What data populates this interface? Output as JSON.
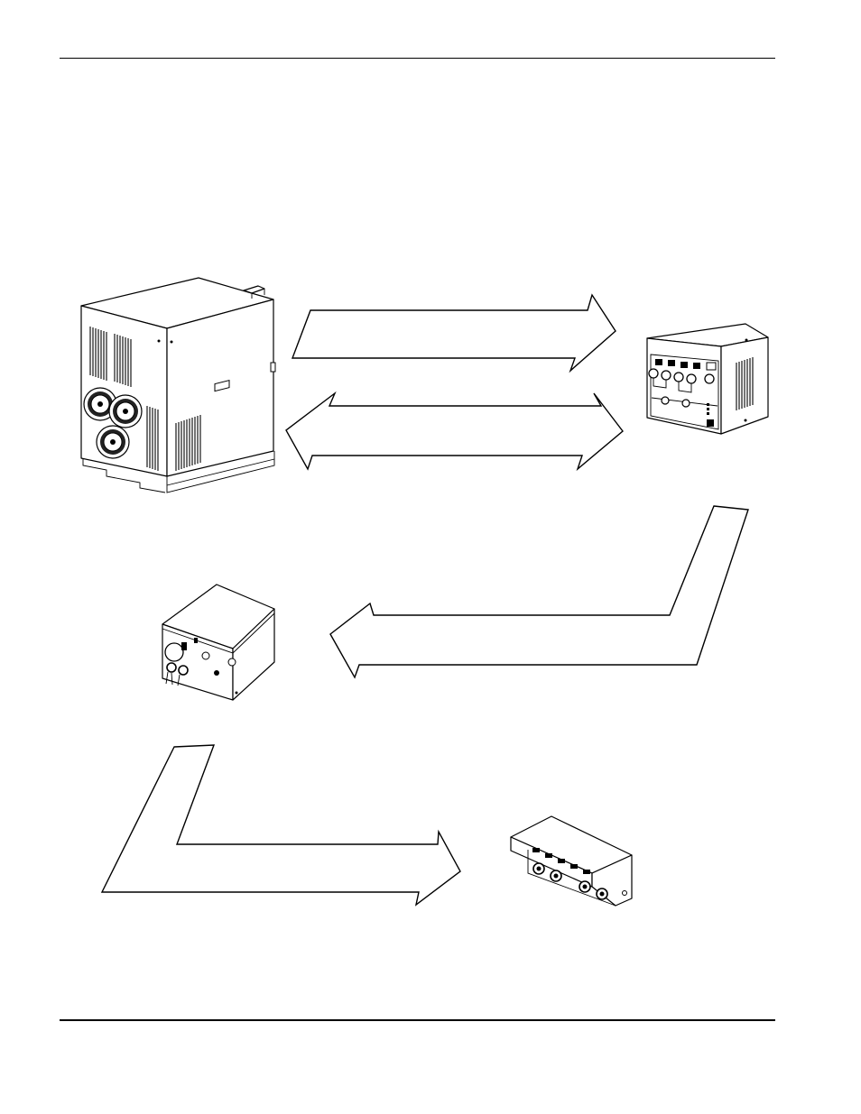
{
  "page": {
    "has_top_rule": true,
    "has_bottom_rule": true,
    "background": "#ffffff",
    "line_color": "#000000"
  },
  "components": [
    {
      "id": "power-supply",
      "icon": "power-supply-cabinet-icon"
    },
    {
      "id": "control-console",
      "icon": "control-console-icon"
    },
    {
      "id": "gas-console",
      "icon": "gas-console-icon"
    },
    {
      "id": "manifold",
      "icon": "manifold-block-icon"
    }
  ],
  "connections": [
    {
      "from": "power-supply",
      "to": "control-console",
      "direction": "right"
    },
    {
      "from": "control-console",
      "to": "power-supply",
      "direction": "left"
    },
    {
      "from": "control-console",
      "to": "gas-console",
      "direction": "left"
    },
    {
      "from": "gas-console",
      "to": "manifold",
      "direction": "right"
    }
  ]
}
